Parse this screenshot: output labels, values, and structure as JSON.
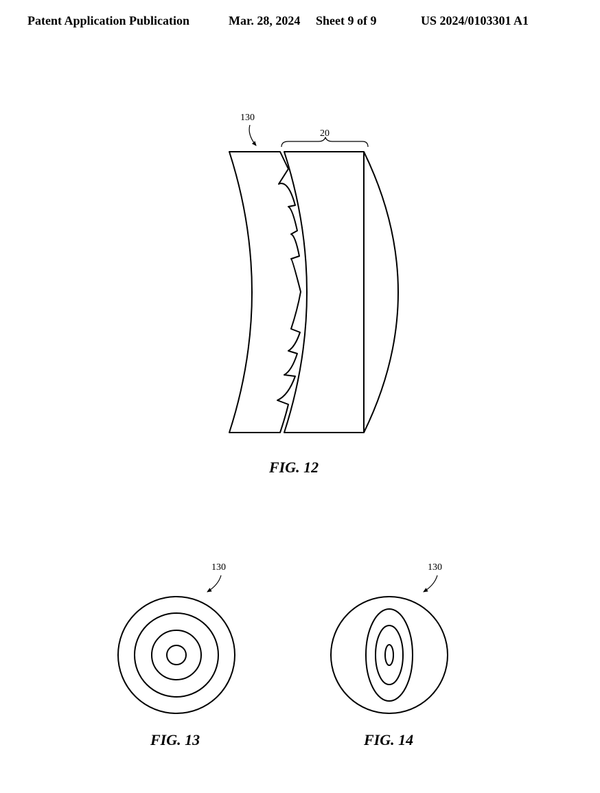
{
  "header": {
    "publication": "Patent Application Publication",
    "date": "Mar. 28, 2024",
    "sheet": "Sheet 9 of 9",
    "number": "US 2024/0103301 A1"
  },
  "fig12": {
    "caption": "FIG. 12",
    "ref_element": "130",
    "ref_bracket": "20"
  },
  "fig13": {
    "caption": "FIG. 13",
    "ref_element": "130"
  },
  "fig14": {
    "caption": "FIG. 14",
    "ref_element": "130"
  }
}
